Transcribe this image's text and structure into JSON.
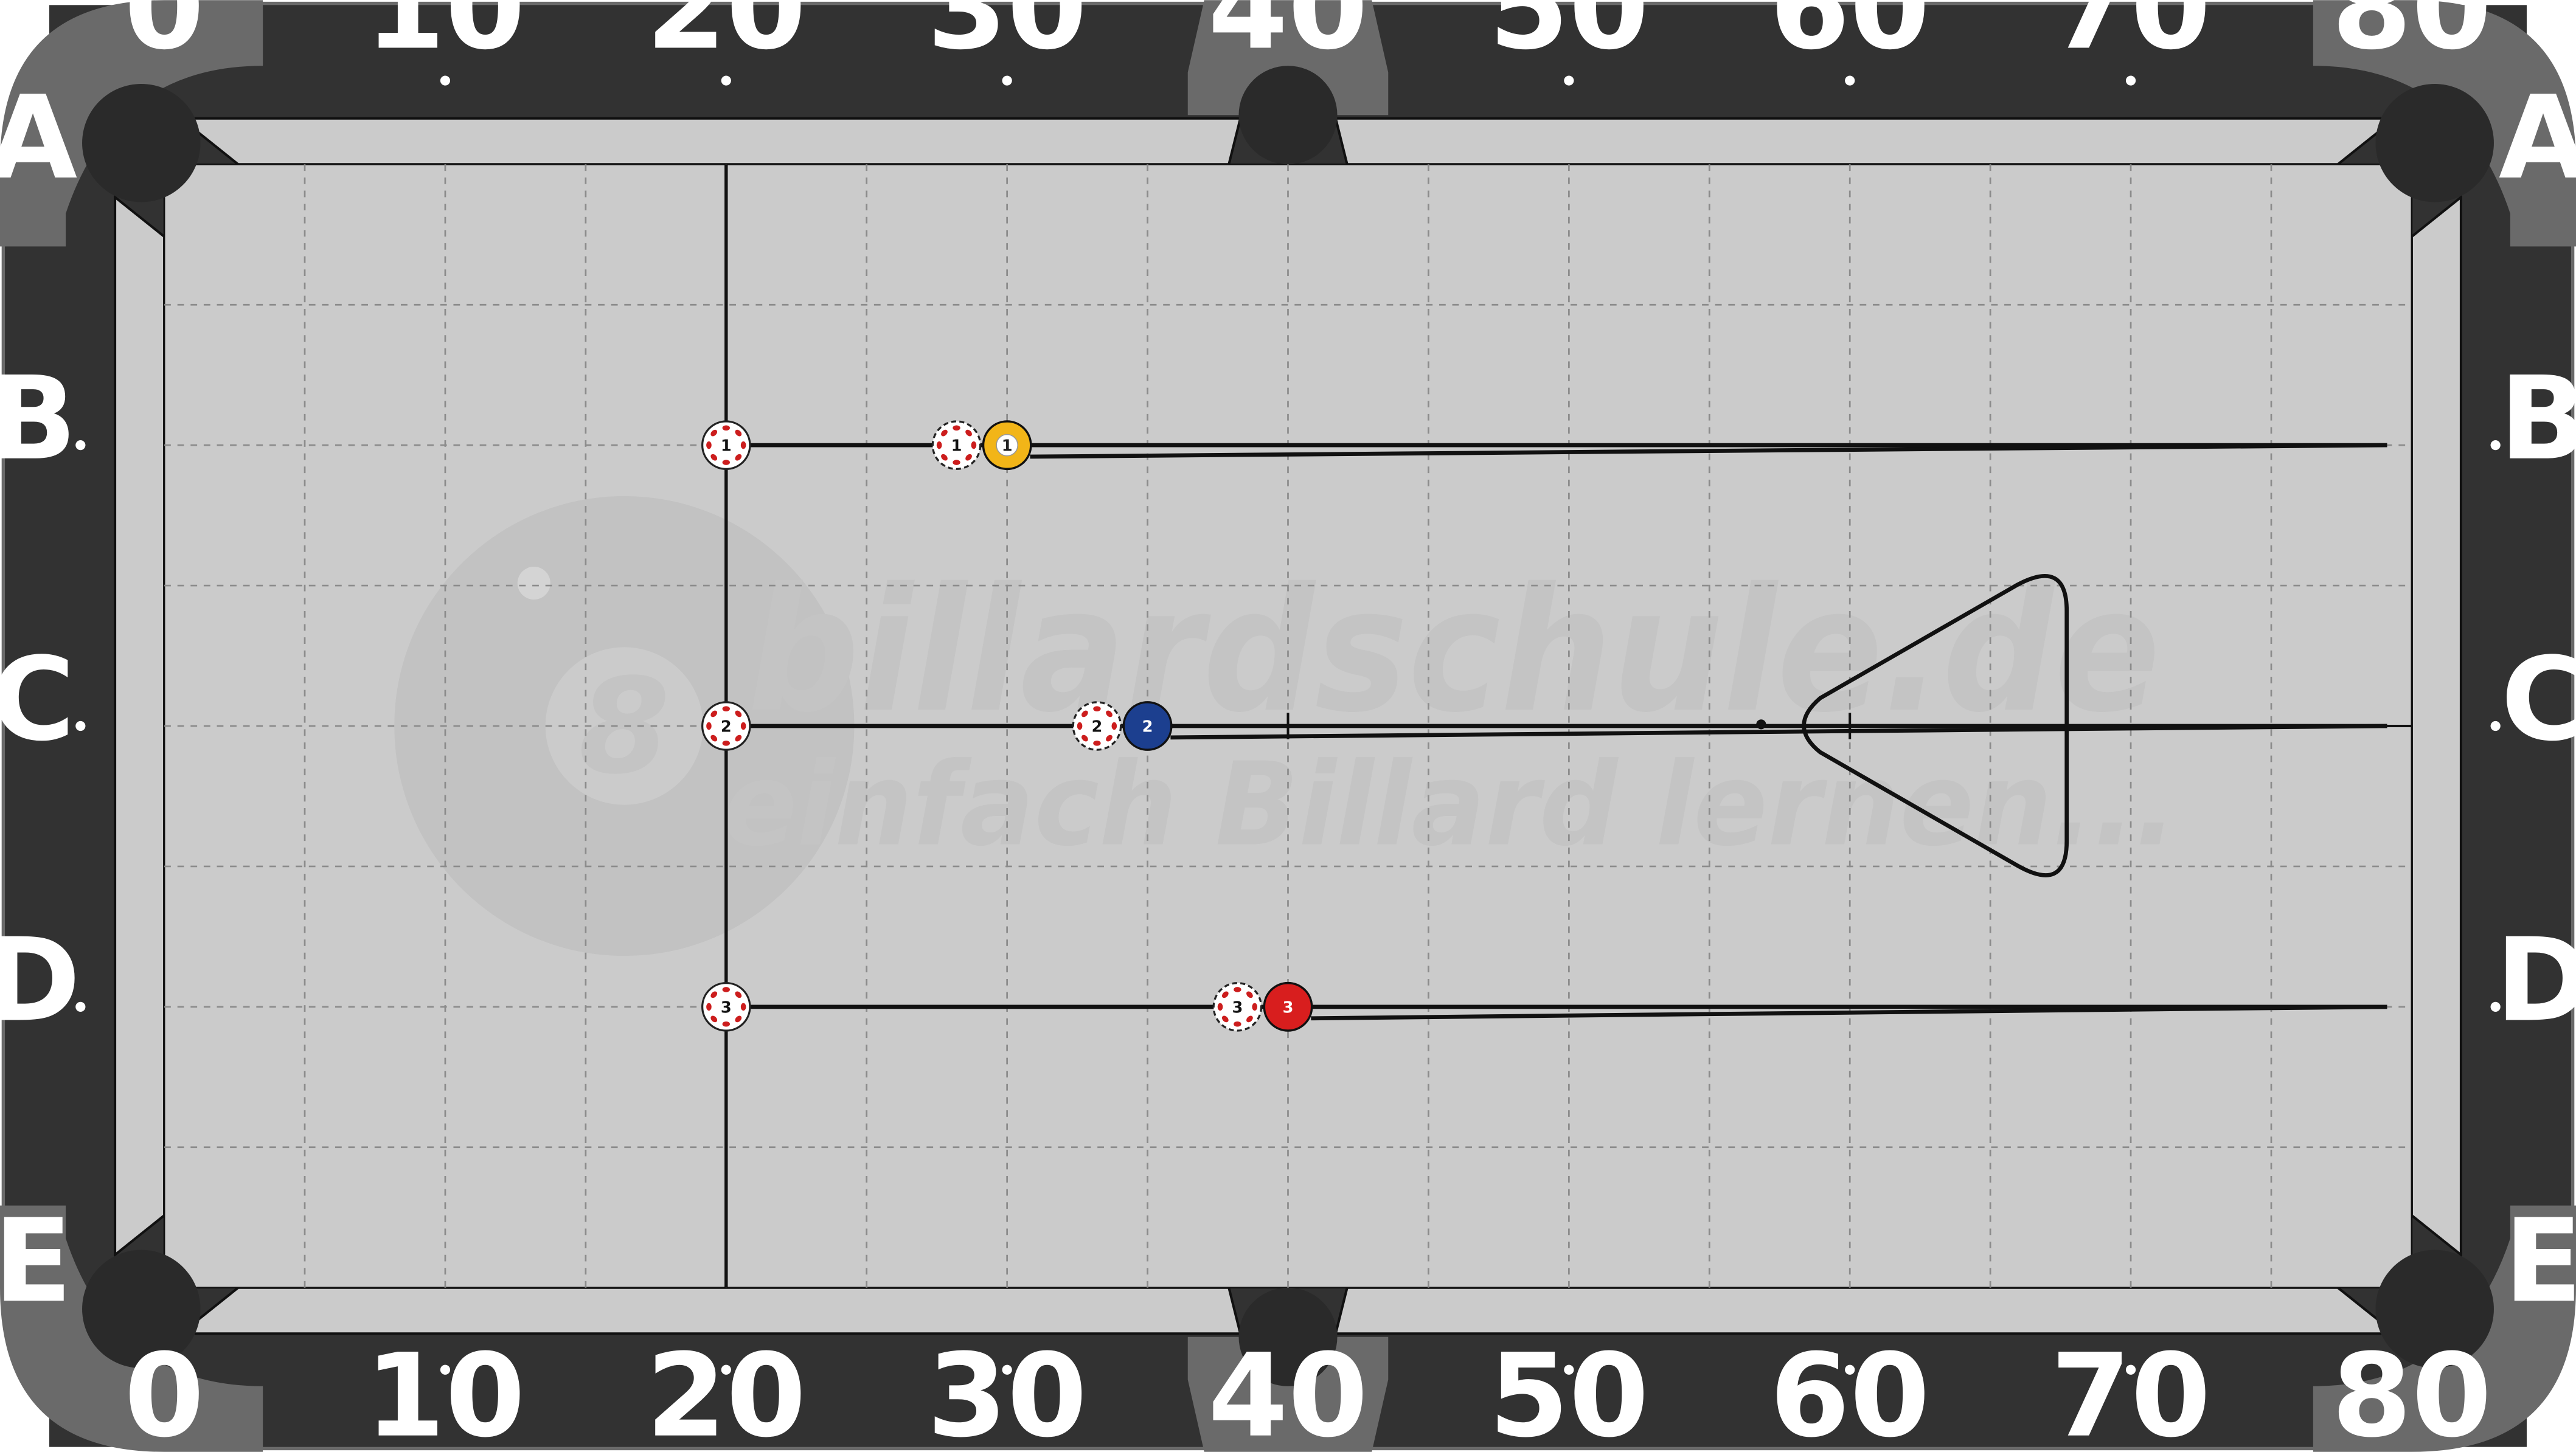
{
  "table": {
    "columns": [
      "0",
      "10",
      "20",
      "30",
      "40",
      "50",
      "60",
      "70",
      "80"
    ],
    "rows": [
      "A",
      "B",
      "C",
      "D",
      "E"
    ],
    "colors": {
      "frame": "#323232",
      "frame_outer": "#6a6a6a",
      "rail": "#cbcbcb",
      "cloth": "#cbcbcb",
      "pocket": "#2a2a2a",
      "grid": "#8c8c8c",
      "coord_text": "#ffffff"
    }
  },
  "watermark": {
    "ball_label": "8",
    "line1": "billardschule.de",
    "line2": "einfach Billard lernen..."
  },
  "diagram": {
    "ghost_balls": [
      {
        "label": "1",
        "col": 20,
        "row": "B"
      },
      {
        "label": "2",
        "col": 20,
        "row": "C"
      },
      {
        "label": "3",
        "col": 20,
        "row": "D"
      },
      {
        "label": "1",
        "col": 28.2,
        "row": "B"
      },
      {
        "label": "2",
        "col": 33.2,
        "row": "C"
      },
      {
        "label": "3",
        "col": 38.2,
        "row": "D"
      }
    ],
    "object_balls": [
      {
        "label": "1",
        "col": 30,
        "row": "B",
        "color": "#f2b518",
        "text_color": "#222222"
      },
      {
        "label": "2",
        "col": 35,
        "row": "C",
        "color": "#1c3f8f",
        "text_color": "#ffffff"
      },
      {
        "label": "3",
        "col": 40,
        "row": "D",
        "color": "#d81e1e",
        "text_color": "#ffffff"
      }
    ],
    "rack": "triangle",
    "foot_spot_col": 57.5
  }
}
